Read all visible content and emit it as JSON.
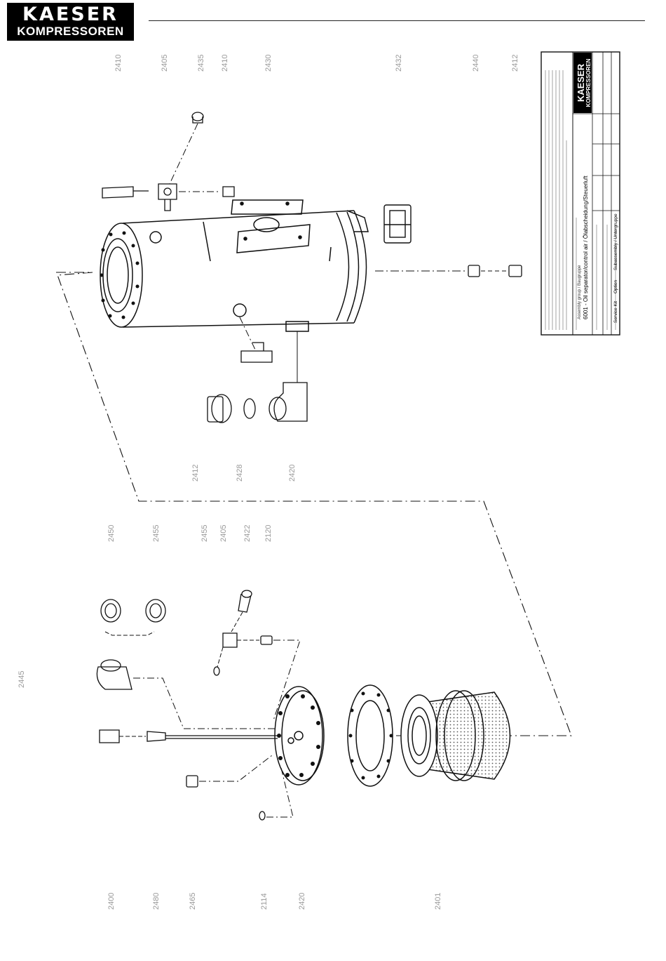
{
  "brand": {
    "line1": "KAESER",
    "line2": "KOMPRESSOREN"
  },
  "title_block": {
    "logo_line1": "KAESER",
    "logo_line2": "KOMPRESSOREN",
    "title": "6001 - Oil separator/control air / Ölabscheidung/Steuerluft",
    "assembly_group": "Assembly group / Baugruppe",
    "legend_service": "Service Kit",
    "legend_option": "Option",
    "legend_subassembly": "Subassembly / Untergruppe"
  },
  "part_labels": {
    "top": [
      "2410",
      "2405",
      "2435",
      "2410",
      "2430",
      "2432",
      "2440",
      "2412"
    ],
    "mid_upper": [
      "2412",
      "2428",
      "2420"
    ],
    "mid_lower": [
      "2450",
      "2455",
      "2455",
      "2405",
      "2422",
      "2120"
    ],
    "left": [
      "2445"
    ],
    "bottom": [
      "2400",
      "2480",
      "2465",
      "2114",
      "2420",
      "2401"
    ]
  }
}
